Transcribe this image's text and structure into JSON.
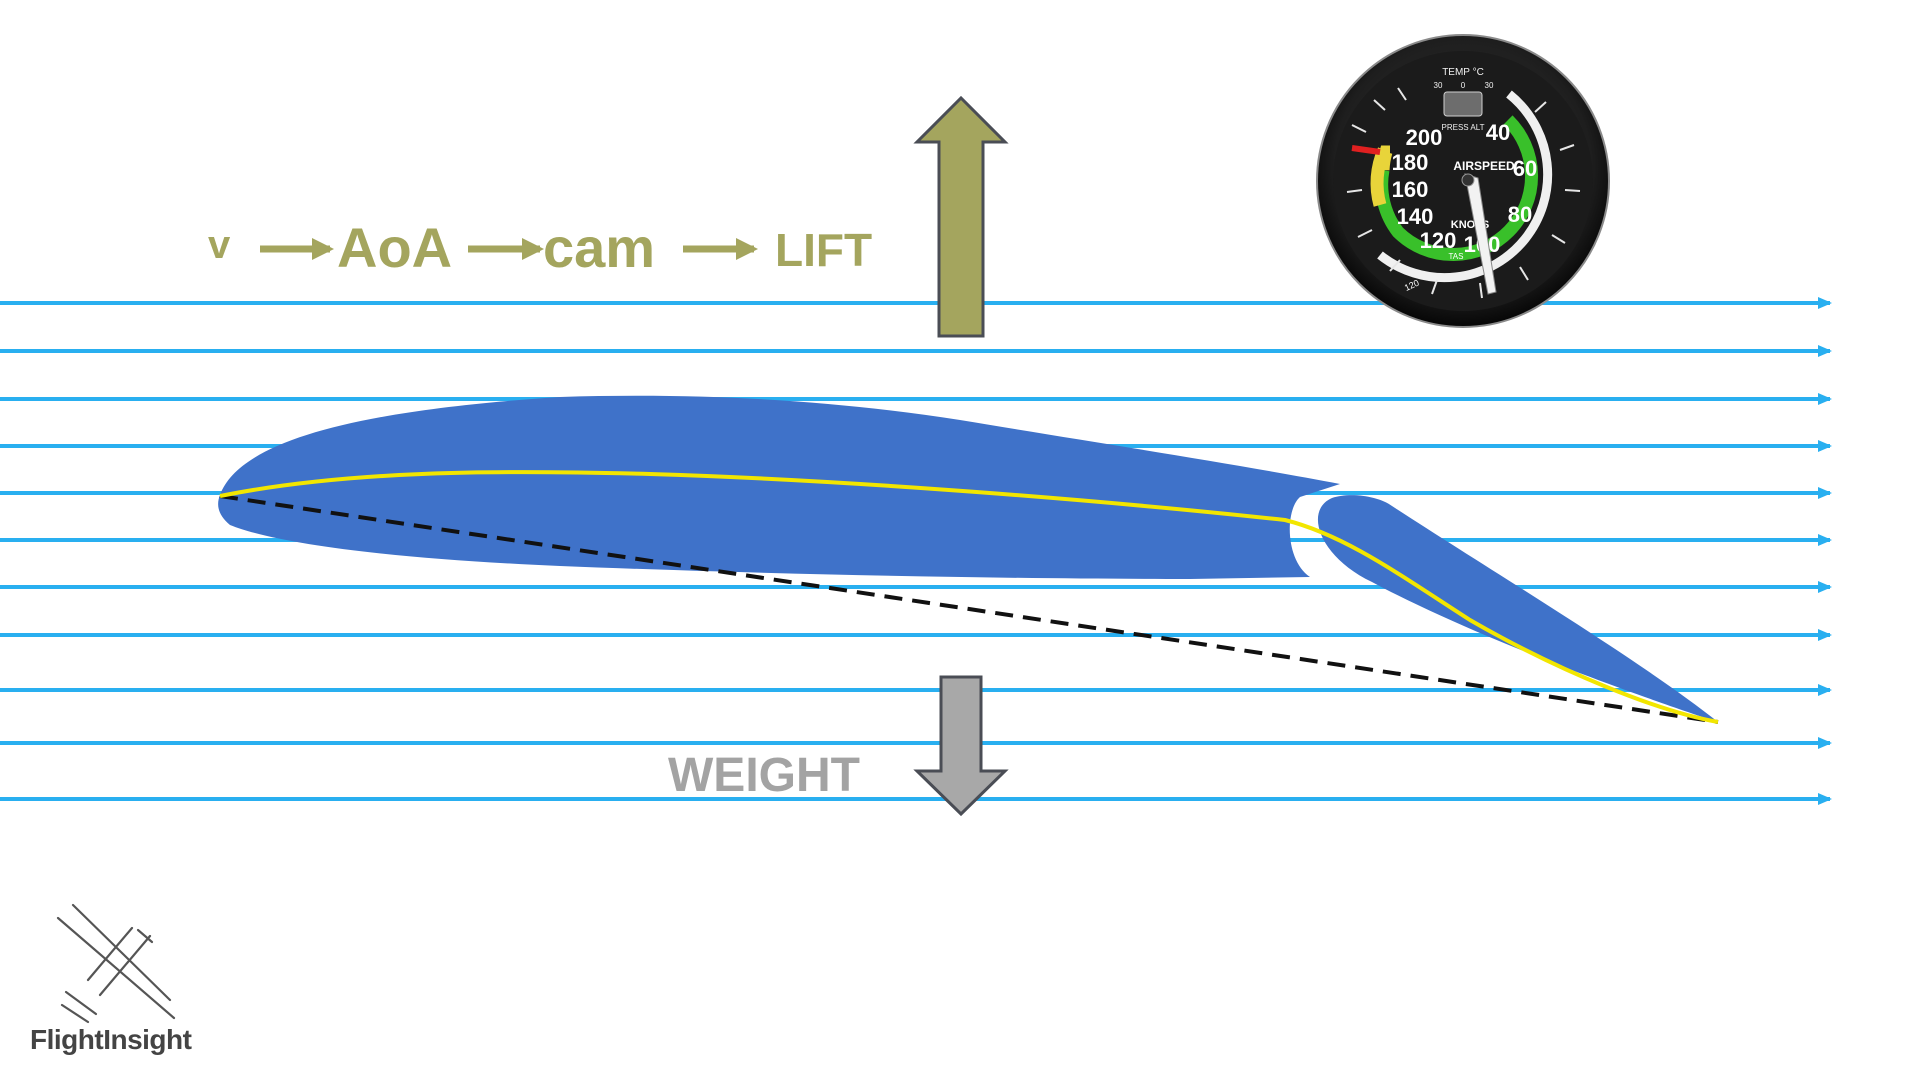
{
  "colors": {
    "background": "#ffffff",
    "airflow": "#29aff0",
    "airfoil": "#3f72c9",
    "camber_line": "#f2e600",
    "chord_line": "#111111",
    "lift_arrow": "#a4a55e",
    "lift_arrow_stroke": "#4a4d55",
    "weight_arrow": "#a8a8a8",
    "weight_arrow_stroke": "#4a4d55",
    "chain_text": "#a4a55e",
    "weight_text": "#a3a3a3",
    "gauge_bezel": "#222222",
    "gauge_face": "#1b1b1b",
    "gauge_green": "#39c02a",
    "gauge_yellow": "#e8d43a",
    "gauge_red": "#e02020",
    "gauge_white_arc": "#f0f0f0"
  },
  "chain": {
    "v": "v",
    "aoa": "AoA",
    "cam": "cam",
    "lift": "LIFT"
  },
  "forces": {
    "lift_arrow_icon": "up-arrow",
    "weight_arrow_icon": "down-arrow",
    "weight_label": "WEIGHT"
  },
  "gauge": {
    "temp_label": "TEMP °C",
    "temp_scale": [
      "30",
      "0",
      "30"
    ],
    "press_alt": "PRESS ALT",
    "airspeed": "AIRSPEED",
    "knots": "KNOTS",
    "tas": "TAS",
    "marks": [
      "200",
      "40",
      "180",
      "60",
      "160",
      "80",
      "140",
      "120",
      "100"
    ],
    "tas_mark": "120"
  },
  "logo": {
    "icon": "airplane-icon",
    "name": "FlightInsight"
  }
}
